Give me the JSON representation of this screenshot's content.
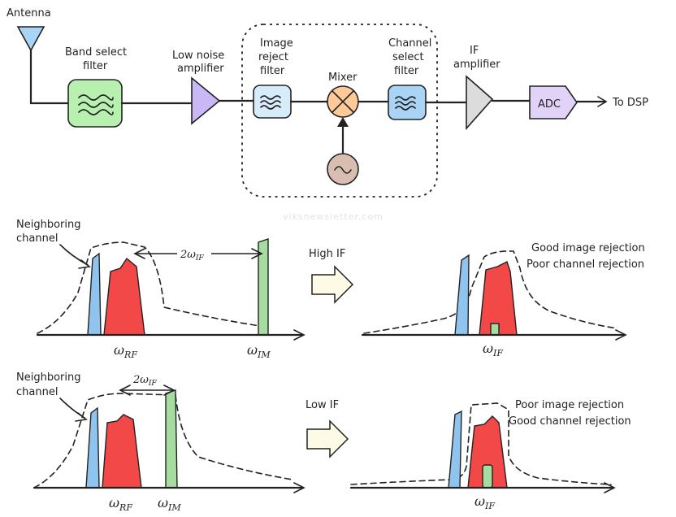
{
  "blocks": {
    "antenna": "Antenna",
    "band_select_filter": [
      "Band select",
      "filter"
    ],
    "low_noise_amplifier": [
      "Low noise",
      "amplifier"
    ],
    "image_reject_filter": [
      "Image",
      "reject",
      "filter"
    ],
    "mixer": "Mixer",
    "channel_select_filter": [
      "Channel",
      "select",
      "filter"
    ],
    "if_amplifier": [
      "IF",
      "amplifier"
    ],
    "adc": "ADC",
    "output": "To DSP"
  },
  "watermark": "viksnewsletter.com",
  "high_if": {
    "neighbor_label": [
      "Neighboring",
      "channel"
    ],
    "spacing_label": "2ω",
    "spacing_sub": "IF",
    "rf_label": "ω",
    "rf_sub": "RF",
    "im_label": "ω",
    "im_sub": "IM",
    "arrow_label": "High IF",
    "result_lines": [
      "Good image rejection",
      "Poor channel rejection"
    ],
    "if_label": "ω",
    "if_sub": "IF"
  },
  "low_if": {
    "neighbor_label": [
      "Neighboring",
      "channel"
    ],
    "spacing_label": "2ω",
    "spacing_sub": "IF",
    "rf_label": "ω",
    "rf_sub": "RF",
    "im_label": "ω",
    "im_sub": "IM",
    "arrow_label": "Low IF",
    "result_lines": [
      "Poor image rejection",
      "Good channel rejection"
    ],
    "if_label": "ω",
    "if_sub": "IF"
  },
  "colors": {
    "band_filter": "#b8f0b0",
    "lna": "#c9b8f5",
    "image_filter": "#d6ecfb",
    "mixer": "#ffc99a",
    "channel_filter": "#a9d4f5",
    "if_amp": "#dcdcdc",
    "adc": "#e0d3f7",
    "oscillator": "#d9bdb0",
    "neighbor": "#8fc4ef",
    "desired": "#f24848",
    "image": "#a6dca0",
    "block_arrow": "#fdfbe6"
  }
}
